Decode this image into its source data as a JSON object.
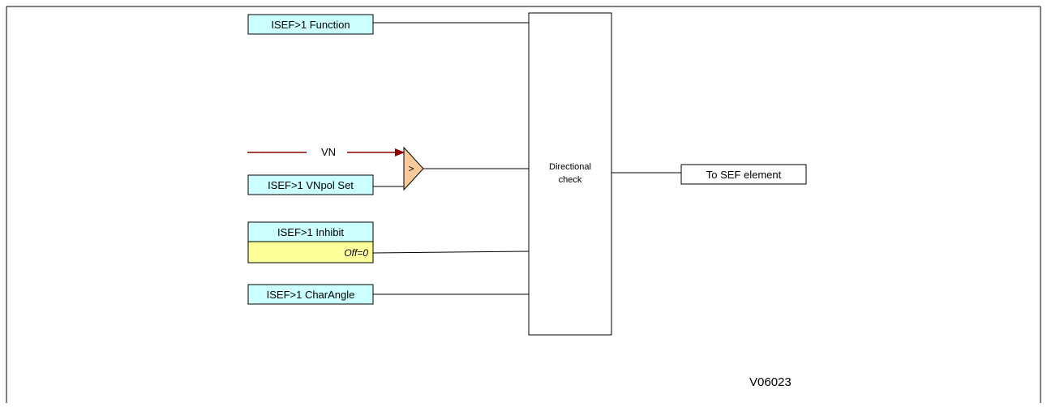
{
  "diagram": {
    "inputs": {
      "function_label": "ISEF>1 Function",
      "vn_signal_label": "VN",
      "vnpol_set_label": "ISEF>1 VNpol Set",
      "inhibit_label": "ISEF>1 Inhibit",
      "inhibit_value": "Off=0",
      "char_angle_label": "ISEF>1 CharAngle"
    },
    "comparator_symbol": ">",
    "directional_block": {
      "line1": "Directional",
      "line2": "check"
    },
    "output_label": "To SEF element",
    "figure_id": "V06023",
    "colors": {
      "setting_fill": "#ccffff",
      "value_fill": "#ffff99",
      "comparator_fill": "#fcc99b",
      "signal_arrow": "#8b0000"
    }
  }
}
